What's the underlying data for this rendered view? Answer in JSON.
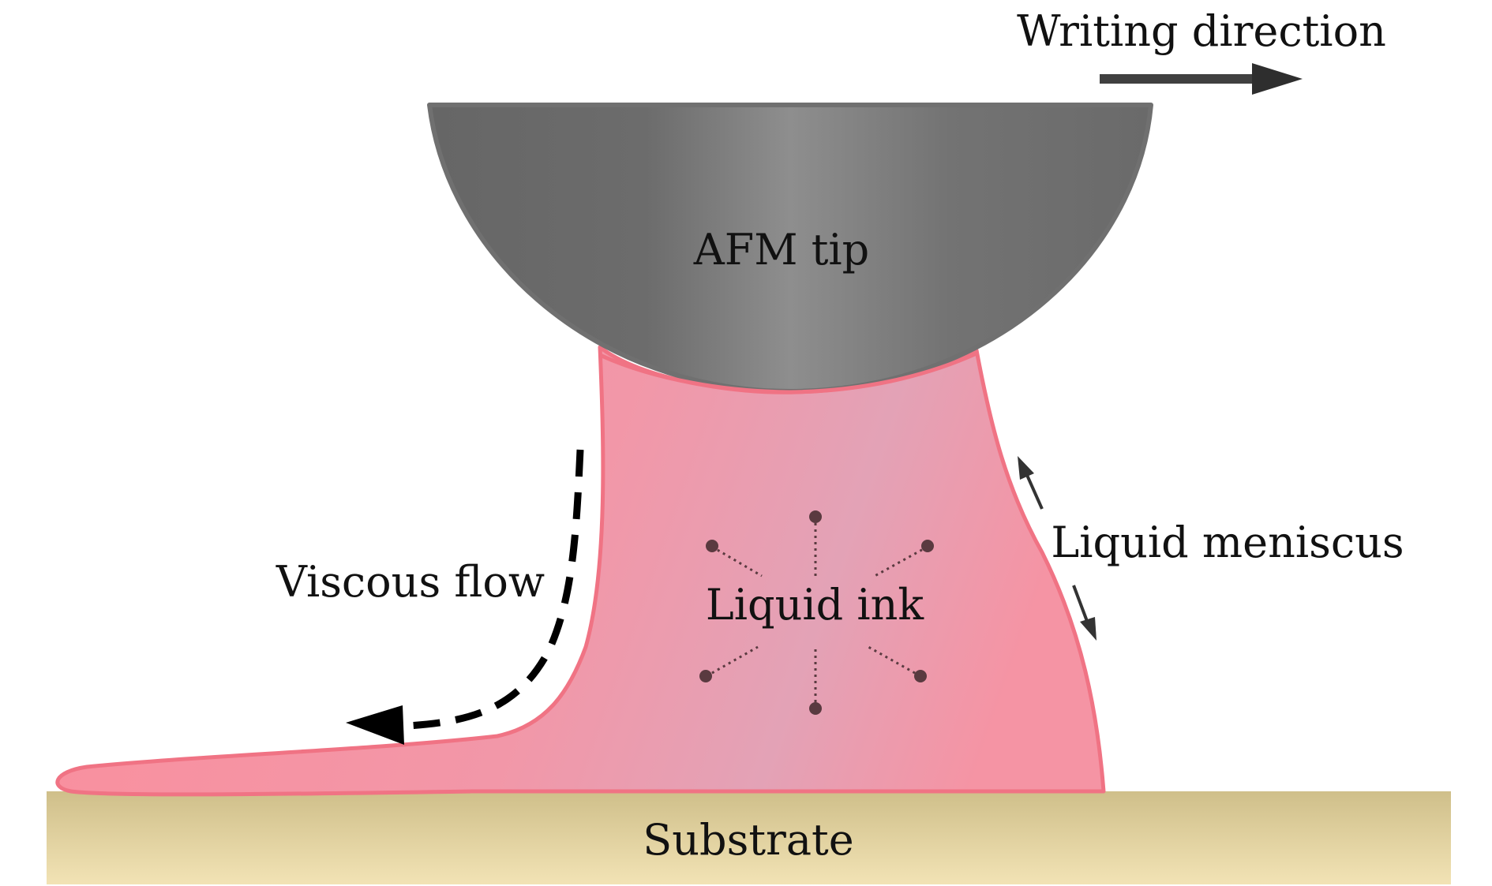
{
  "labels": {
    "writing_direction": "Writing direction",
    "afm_tip": "AFM tip",
    "liquid_ink": "Liquid ink",
    "liquid_meniscus": "Liquid meniscus",
    "viscous_flow": "Viscous flow",
    "substrate": "Substrate"
  },
  "colors": {
    "tip_dark": "#6a6a6a",
    "tip_light": "#8e8e8e",
    "ink_fill": "#f6909f",
    "ink_fill_alt": "#e5a0b4",
    "ink_stroke": "#f07484",
    "substrate_top": "#cfbf8b",
    "substrate_bottom": "#f1e2b4",
    "arrow": "#3a3a3a",
    "molecule": "#5a3a40"
  },
  "icons": [
    "writing-direction-arrow",
    "viscous-flow-arrow",
    "meniscus-arrows",
    "ink-molecules"
  ]
}
